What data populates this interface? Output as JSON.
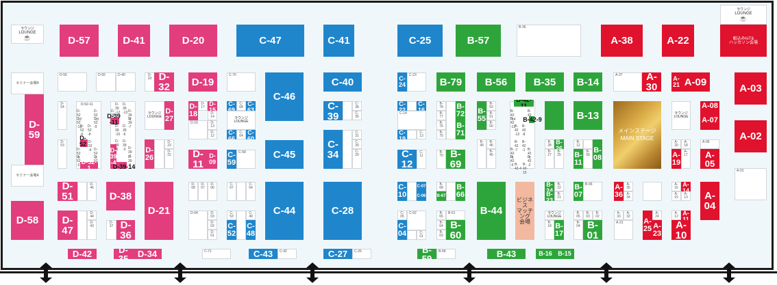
{
  "map": {
    "lounge_label_jp": "ラウンジ",
    "lounge_label_en": "LOUNGE",
    "main_stage_jp": "メインステージ",
    "main_stage_en": "MAIN STAGE",
    "business_matching": [
      "ビジネス",
      "マッチング",
      "会場"
    ],
    "iot_hackathon": [
      "組込みIoT&",
      "ハッカソン会場"
    ],
    "seminar_b": "セミナー会場B",
    "seminar_a": "セミナー会場A",
    "colors": {
      "D": "#e23d7c",
      "C": "#1f86cc",
      "B": "#2ea53b",
      "A": "#e0122d"
    }
  },
  "booths": {
    "D57": "D-57",
    "D41": "D-41",
    "D20": "D-20",
    "D59": "D-59",
    "D58": "D-58",
    "D32": "D-32",
    "D19": "D-19",
    "D27": "D-27",
    "D26": "D-26",
    "D18": "D-18",
    "D15": "D-15",
    "D11": "D-11",
    "D09": "D-09",
    "D51": "D-51",
    "D47": "D-47",
    "D38": "D-38",
    "D36": "D-36",
    "D21": "D-21",
    "D42": "D-42",
    "D35": "D-35",
    "D34": "D-34",
    "D39_11": "D-39 -11",
    "D52_7": "D-52 -7",
    "D39_4": "D-39 -4",
    "D52_1": "D-52-1",
    "D39_14": "D-39-14",
    "C47": "C-47",
    "C41": "C-41",
    "C46": "C-46",
    "C40": "C-40",
    "C39": "C-39",
    "C45": "C-45",
    "C34": "C-34",
    "C44": "C-44",
    "C28": "C-28",
    "C43": "C-43",
    "C27": "C-27",
    "C69": "C-69",
    "C63": "C-63",
    "C66": "C-66",
    "C60": "C-60",
    "C59": "C-59",
    "C52": "C-52",
    "C48": "C-48",
    "C25": "C-25",
    "C24": "C-24",
    "C22": "C-22",
    "C16": "C-16",
    "C19": "C-19",
    "C12": "C-12",
    "C10": "C-10",
    "C07": "C-07",
    "C06": "C-06",
    "C04": "C-04",
    "B57": "B-57",
    "B79": "B-79",
    "B56": "B-56",
    "B35": "B-35",
    "B14": "B-14",
    "B72": "B-72",
    "B71": "B-71",
    "B55": "B-55",
    "B13": "B-13",
    "B69": "B-69",
    "B26": "B-26",
    "B11": "B-11",
    "B08": "B-08",
    "B42_11": "B-42-11",
    "B42_9": "B-42-9",
    "B67": "B-67",
    "B66": "B-66",
    "B44": "B-44",
    "B24": "B-24",
    "B23": "B-23",
    "B07": "B-07",
    "B60": "B-60",
    "B17": "B-17",
    "B01": "B-01",
    "B59": "B-59",
    "B43": "B-43",
    "B16": "B-16",
    "B15": "B-15",
    "A38": "A-38",
    "A22": "A-22",
    "A30": "A-30",
    "A21": "A-21",
    "A09": "A-09",
    "A03": "A-03",
    "A08": "A-08",
    "A07": "A-07",
    "A02": "A-02",
    "A19": "A-19",
    "A05": "A-05",
    "A36": "A-36",
    "A14": "A-14",
    "A04": "A-04",
    "A25": "A-25",
    "A23": "A-23",
    "A11": "A-11",
    "A10": "A-10"
  },
  "small": {
    "D56": "D-56",
    "D55": "D-55",
    "D40": "D-40",
    "D33": "D-33",
    "D54": "D-54",
    "D53": "D-53",
    "D52_11": "D-52-11",
    "D52_12": "D-52 -12",
    "D52_10": "D-52 -10",
    "D52_13": "D-52 -13",
    "D52_9": "D-52 -9",
    "D52_6": "D-52 -6",
    "D52_8": "D-52 -8",
    "D52_4": "D-52 -4",
    "D52_5": "D-52 -5",
    "D52_3": "D-52 -3",
    "D52_2": "D-52 -2",
    "D52_2b": "D-52 -2",
    "D39_12": "D-39 -12",
    "D39_13": "D-39 -13",
    "D39_9": "D-39 -9",
    "D39_8": "D-39 -8",
    "D39_10": "D-39 -10",
    "D39_7": "D-39 -7",
    "D39_6": "D-39 -6",
    "D39_5": "D-39 -5",
    "D39_3": "D-39 -3",
    "D39_2": "D-39 -2",
    "D39_1": "D-39 -1",
    "D23": "D-23",
    "D22": "D-22",
    "D17": "D-17",
    "D14": "D-14",
    "D16": "D-16",
    "D13": "D-13",
    "D12": "D-12",
    "D46": "D-46",
    "D44": "D-44",
    "D43": "D-43",
    "D37": "D-37",
    "D08": "D-08",
    "D07": "D-07",
    "D06": "D-06",
    "D04": "D-04",
    "D03": "D-03",
    "D02": "D-02",
    "D01": "D-01",
    "C70": "C-70",
    "C68": "C-68",
    "C64": "C-64",
    "C58": "C-58",
    "C38": "C-38",
    "C35": "C-35",
    "C31": "C-31",
    "C30": "C-30",
    "C29": "C-29",
    "C67": "C-67",
    "C54": "C-54",
    "C53": "C-53",
    "C49": "C-49",
    "C71": "C-71",
    "C42": "C-42",
    "C26": "C-26",
    "C23": "C-23",
    "C14": "C-14",
    "C13": "C-13",
    "C11": "C-11",
    "C05": "C-05",
    "C02": "C-02",
    "C01": "C-01",
    "B36": "B-36",
    "B78": "B-78",
    "B77": "B-77",
    "B76": "B-76",
    "B75": "B-75",
    "B70": "B-70",
    "B52": "B-52",
    "B51": "B-51",
    "B50": "B-50",
    "B49": "B-49",
    "B46": "B-46",
    "B45": "B-45",
    "B42_14": "B-42 -14",
    "B42_10": "B-42 -10",
    "B42_13": "B-42 -13",
    "B42_12": "B-42 -12",
    "B42_8": "B-42 -8",
    "B42_7": "B-42 -7",
    "B42_1": "B-42 -1",
    "B42_6": "B-42 -6",
    "B42_3": "B-42 -3",
    "B42_5": "B-42 -5",
    "B42_2": "B-42 -2",
    "B42_4": "B-42-4",
    "B42_15": "B-42-15",
    "B28": "B-28",
    "B27": "B-27",
    "B25": "B-25",
    "B12": "B-12",
    "B09": "B-09",
    "B68": "B-68",
    "B65": "B-65",
    "B61": "B-61",
    "B64": "B-64",
    "B63": "B-63",
    "B22": "B-22",
    "B21": "B-21",
    "B06": "B-06",
    "B18": "B-18",
    "B05": "B-05",
    "B03": "B-03",
    "B02": "B-02",
    "B04": "B-04",
    "B58": "B-58",
    "A37": "A-37",
    "A20": "A-20",
    "A18": "A-18",
    "A17": "A-17",
    "A06": "A-06",
    "A35": "A-35",
    "A34": "A-34",
    "A16": "A-16",
    "A15": "A-15",
    "A13": "A-13",
    "A33": "A-33",
    "A32": "A-32",
    "A31": "A-31",
    "A24": "A-24",
    "A12": "A-12",
    "A01": "A-01"
  }
}
